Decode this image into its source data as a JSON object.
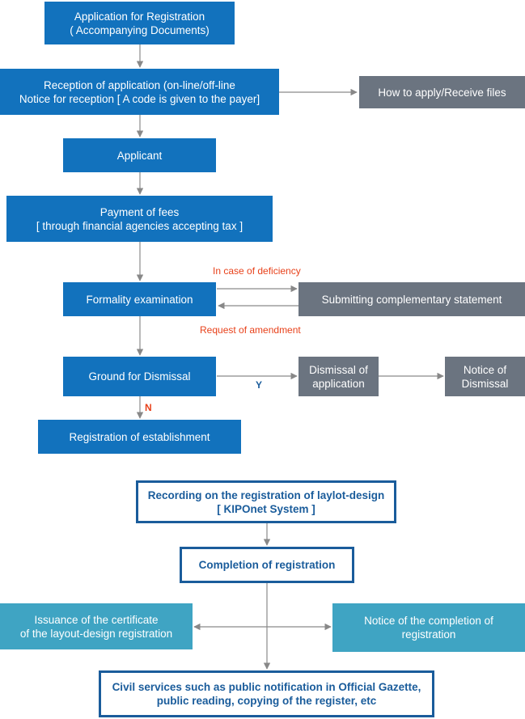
{
  "boxes": {
    "application": [
      "Application for Registration",
      "( Accompanying Documents)"
    ],
    "reception": [
      "Reception of application (on-line/off-line",
      "Notice for reception [ A code is given to the payer]"
    ],
    "how_to_apply": "How to apply/Receive files",
    "applicant": "Applicant",
    "payment": [
      "Payment of fees",
      "[ through financial agencies accepting tax ]"
    ],
    "formality": "Formality examination",
    "submitting": "Submitting complementary statement",
    "ground": "Ground for Dismissal",
    "dismissal_app": [
      "Dismissal of",
      "application"
    ],
    "notice_dismissal": [
      "Notice of",
      "Dismissal"
    ],
    "registration_est": "Registration of establishment",
    "recording": [
      "Recording on the registration of laylot-design",
      "[ KIPOnet System ]"
    ],
    "completion": "Completion of registration",
    "issuance": [
      "Issuance of the certificate",
      "of the layout-design registration"
    ],
    "notice_completion": [
      "Notice of the completion of",
      "registration"
    ],
    "civil": [
      "Civil services such as public notification in Official Gazette,",
      "public reading, copying of the register, etc"
    ]
  },
  "labels": {
    "deficiency": "In case of deficiency",
    "amendment": "Request of amendment",
    "yes": "Y",
    "no": "N"
  },
  "colors": {
    "blue": "#1272bd",
    "gray": "#6b7480",
    "teal": "#3fa4c3",
    "navy": "#1a5c9b",
    "red": "#e8411a"
  }
}
